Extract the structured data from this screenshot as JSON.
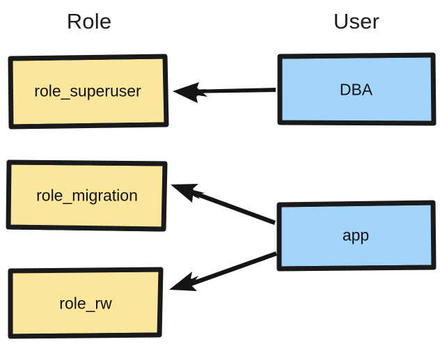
{
  "diagram": {
    "title_columns": [
      {
        "id": "role",
        "label": "Role"
      },
      {
        "id": "user",
        "label": "User"
      }
    ],
    "colors": {
      "role_fill": "#fbe79c",
      "user_fill": "#a3d4fb",
      "stroke": "#1a1a1a",
      "text": "#111111",
      "background": "#ffffff"
    },
    "nodes": [
      {
        "id": "role_superuser",
        "label": "role_superuser",
        "column": "role",
        "fill": "#fbe79c"
      },
      {
        "id": "role_migration",
        "label": "role_migration",
        "column": "role",
        "fill": "#fbe79c"
      },
      {
        "id": "role_rw",
        "label": "role_rw",
        "column": "role",
        "fill": "#fbe79c"
      },
      {
        "id": "dba",
        "label": "DBA",
        "column": "user",
        "fill": "#a3d4fb"
      },
      {
        "id": "app",
        "label": "app",
        "column": "user",
        "fill": "#a3d4fb"
      }
    ],
    "edges": [
      {
        "id": "dba-to-role-superuser",
        "from": "dba",
        "to": "role_superuser",
        "direction": "left",
        "style": "solid-arrow"
      },
      {
        "id": "app-to-role-migration",
        "from": "app",
        "to": "role_migration",
        "direction": "up-left",
        "style": "solid-arrow"
      },
      {
        "id": "app-to-role-rw",
        "from": "app",
        "to": "role_rw",
        "direction": "down-left",
        "style": "solid-arrow"
      }
    ]
  }
}
